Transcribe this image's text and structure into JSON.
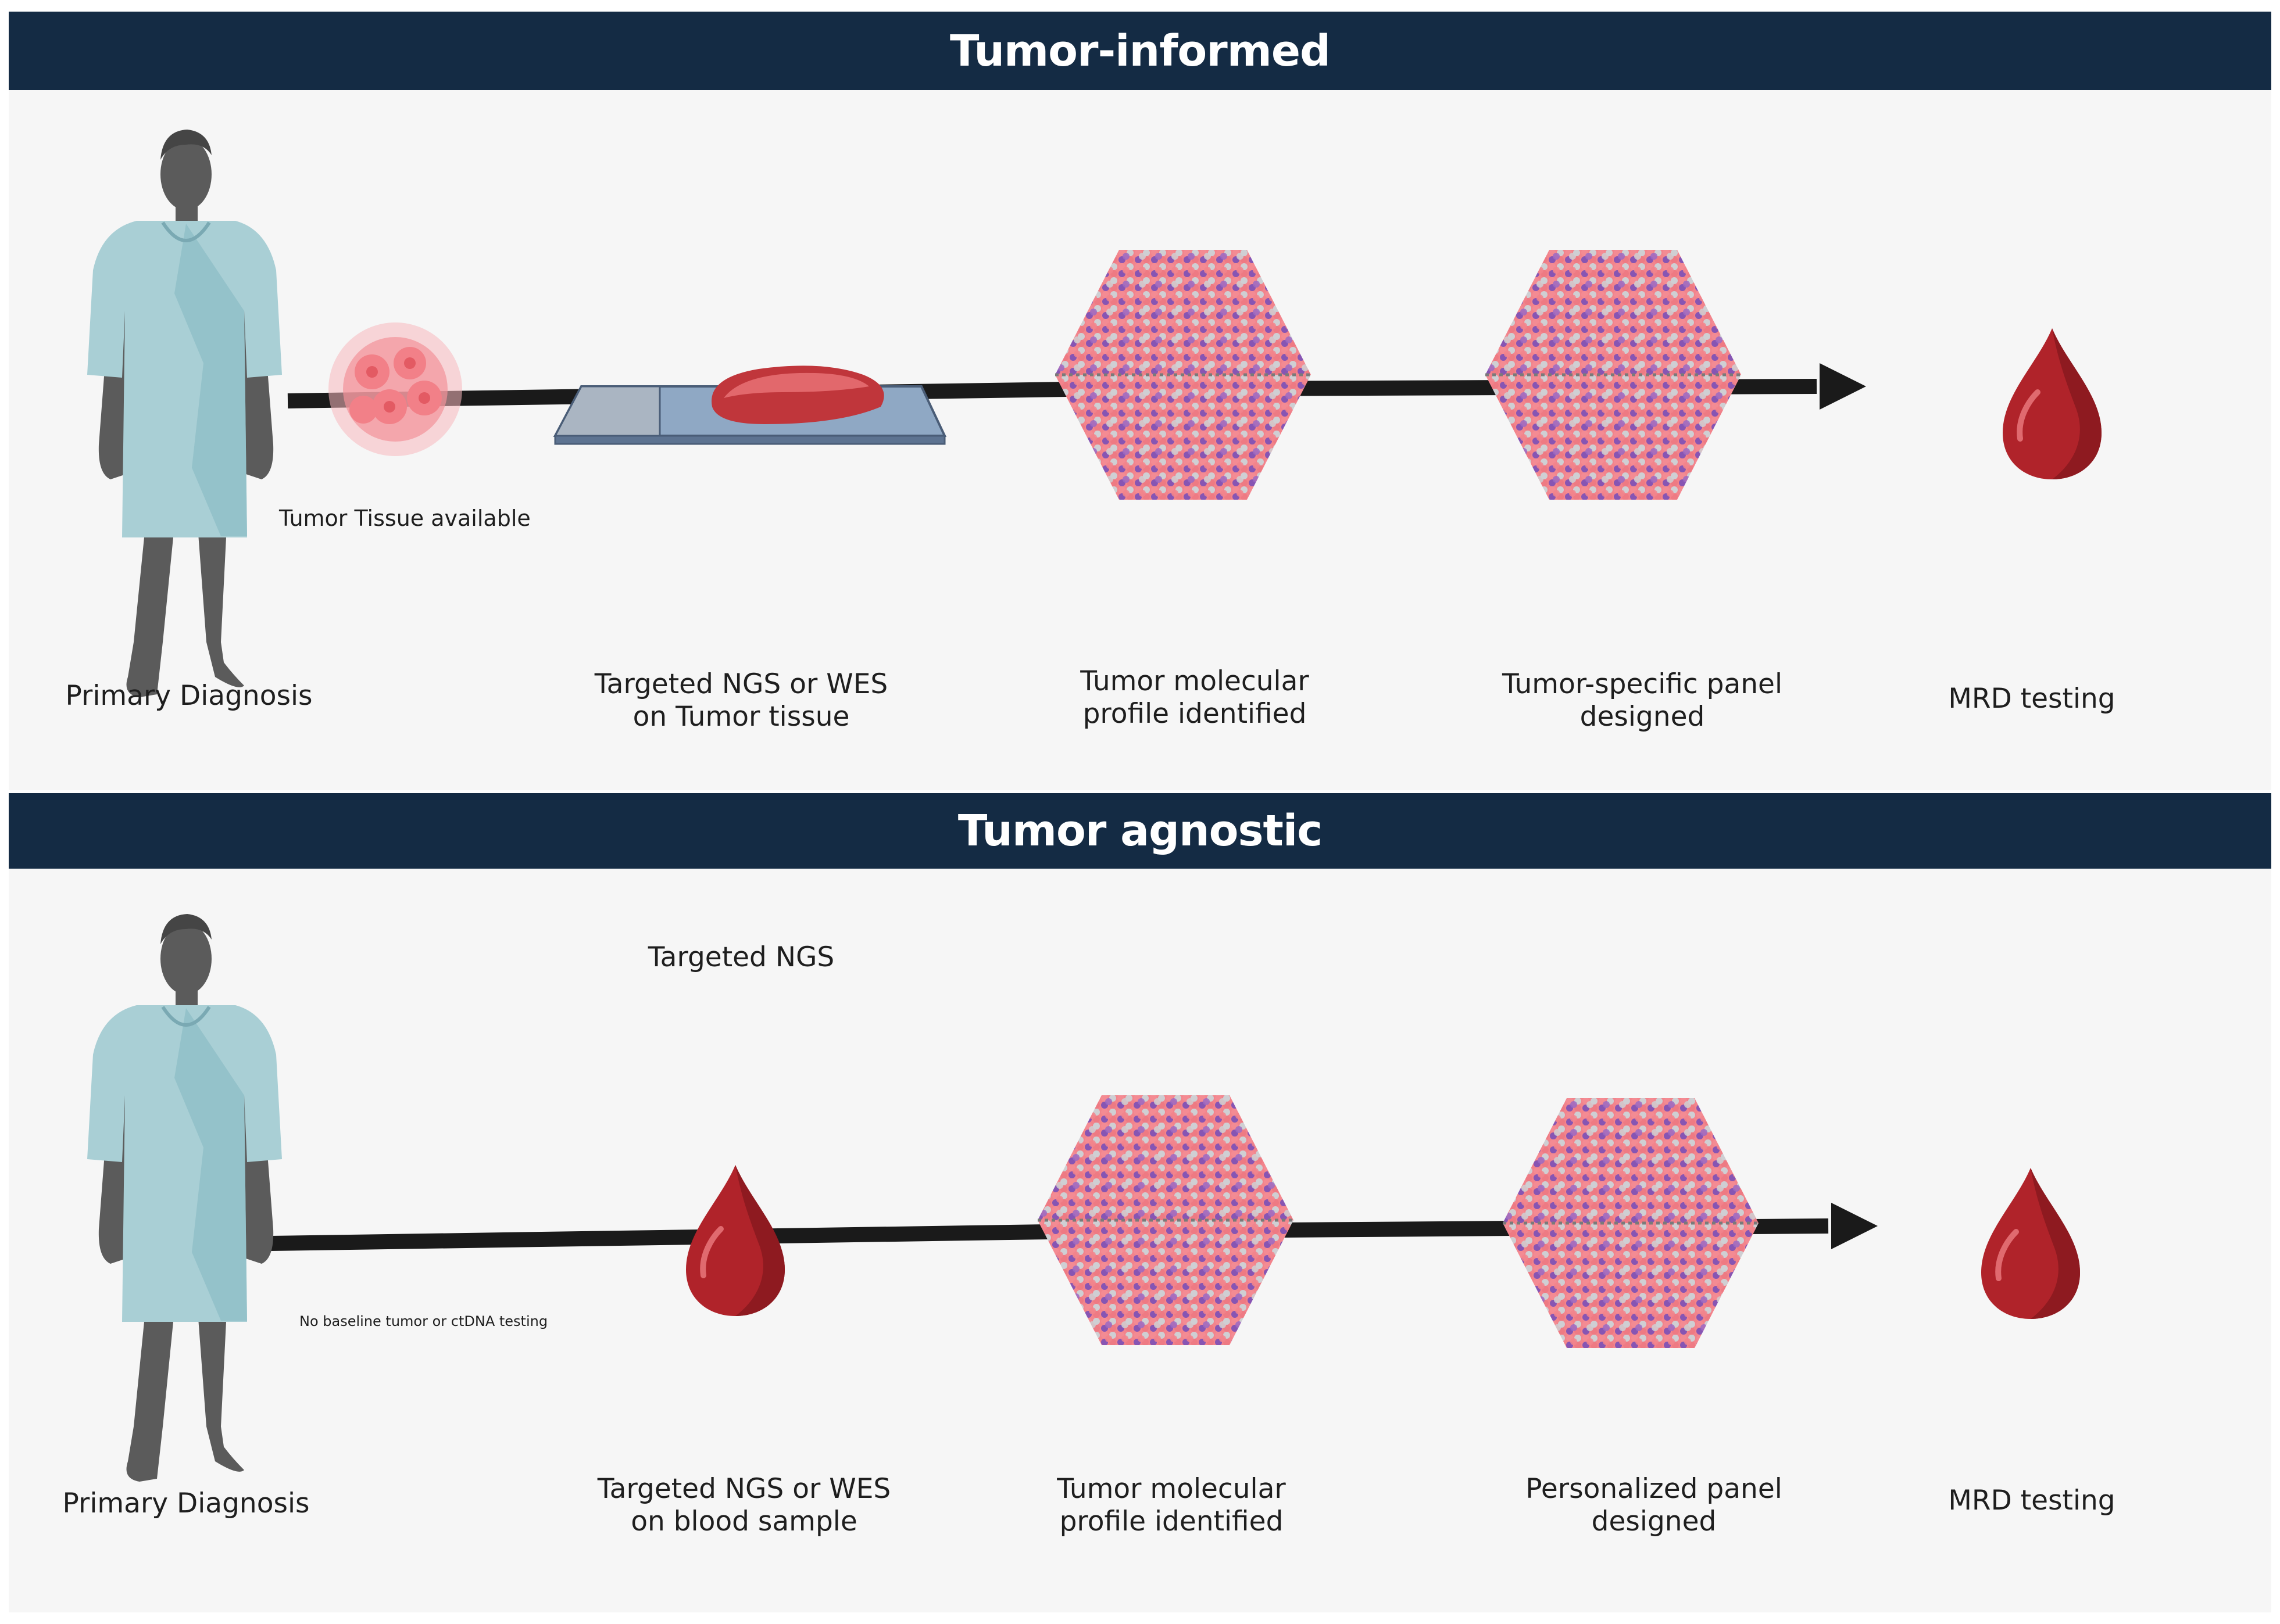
{
  "colors": {
    "banner": "#142b44",
    "panel_bg": "#f6f6f6",
    "arrow": "#1a1a1a",
    "gown": "#a9cfd5",
    "skin": "#5b5b5b",
    "blood": "#b0232a",
    "cell_pink": "#f2848c",
    "cell_purple": "#8755b3",
    "cell_grey": "#cfcfd3"
  },
  "tumor_informed": {
    "title": "Tumor-informed",
    "tissue_label": "Tumor Tissue available",
    "steps": [
      {
        "label": "Primary Diagnosis",
        "icon": "patient-icon"
      },
      {
        "label": "Targeted NGS or WES\non Tumor tissue",
        "icon": "tissue-slide-icon"
      },
      {
        "label": "Tumor molecular\nprofile identified",
        "icon": "molecular-profile-icon"
      },
      {
        "label": "Tumor-specific panel\ndesigned",
        "icon": "panel-icon"
      },
      {
        "label": "MRD testing",
        "icon": "blood-drop-icon"
      }
    ]
  },
  "tumor_agnostic": {
    "title": "Tumor agnostic",
    "method_label": "Targeted NGS",
    "baseline_note": "No baseline tumor or ctDNA testing",
    "steps": [
      {
        "label": "Primary Diagnosis",
        "icon": "patient-icon"
      },
      {
        "label": "Targeted NGS or WES\non blood sample",
        "icon": "blood-drop-icon"
      },
      {
        "label": "Tumor molecular\nprofile identified",
        "icon": "molecular-profile-icon"
      },
      {
        "label": "Personalized panel\ndesigned",
        "icon": "panel-icon"
      },
      {
        "label": "MRD testing",
        "icon": "blood-drop-icon"
      }
    ]
  }
}
